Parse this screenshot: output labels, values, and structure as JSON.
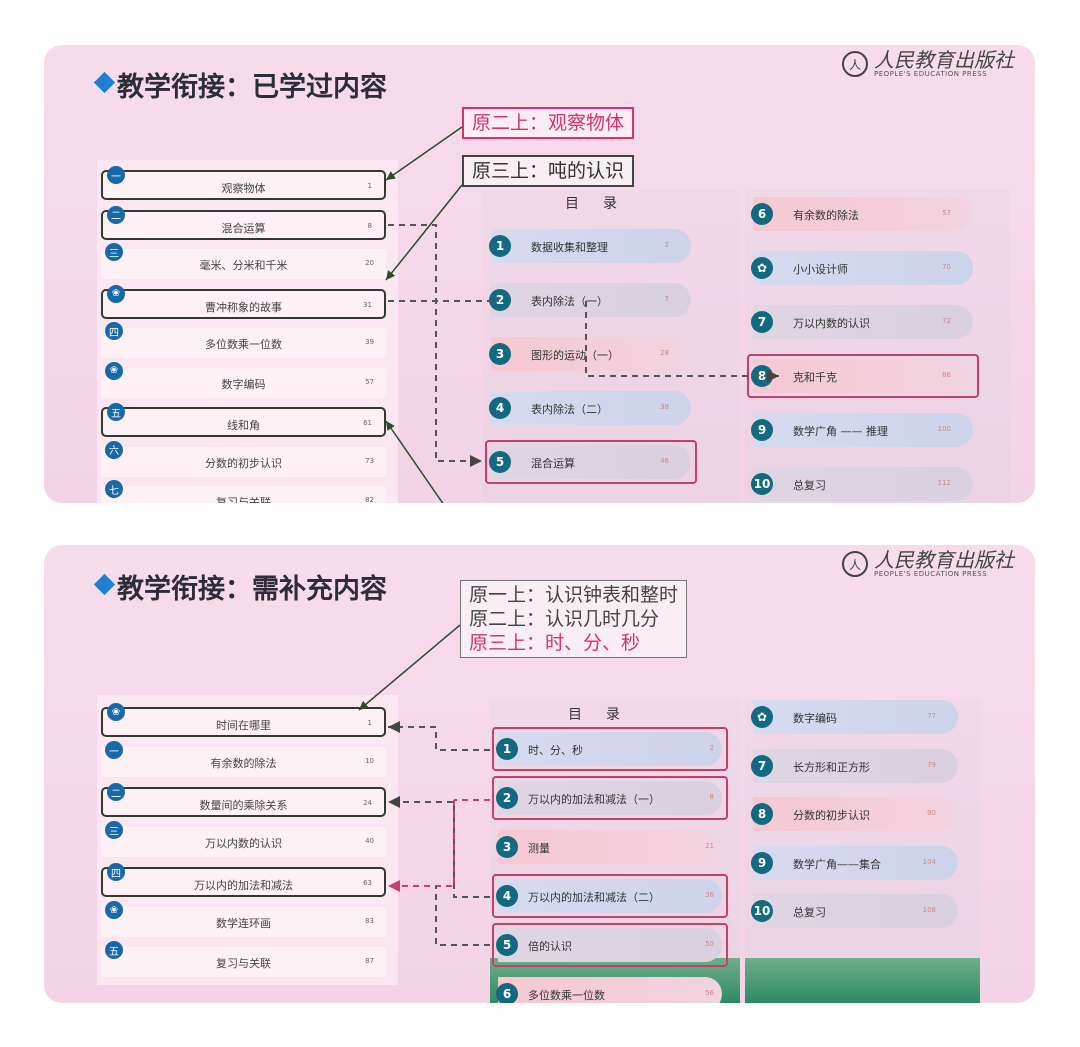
{
  "publisher": {
    "name_cn": "人民教育出版社",
    "name_en": "PEOPLE'S EDUCATION PRESS"
  },
  "slide1": {
    "title": "教学衔接：已学过内容",
    "callouts": [
      "原二上：观察物体",
      "原三上：吨的认识"
    ],
    "left_list": [
      {
        "badge": "一",
        "label": "观察物体",
        "page": "1",
        "hl": true
      },
      {
        "badge": "二",
        "label": "混合运算",
        "page": "8",
        "hl": true
      },
      {
        "badge": "三",
        "label": "毫米、分米和千米",
        "page": "20",
        "hl": false
      },
      {
        "badge": "❀",
        "label": "曹冲称象的故事",
        "page": "31",
        "hl": true
      },
      {
        "badge": "四",
        "label": "多位数乘一位数",
        "page": "39",
        "hl": false
      },
      {
        "badge": "❀",
        "label": "数字编码",
        "page": "57",
        "hl": false
      },
      {
        "badge": "五",
        "label": "线和角",
        "page": "61",
        "hl": true
      },
      {
        "badge": "六",
        "label": "分数的初步认识",
        "page": "73",
        "hl": false
      },
      {
        "badge": "七",
        "label": "复习与关联",
        "page": "82",
        "hl": false
      }
    ],
    "toc_heading": "目录",
    "toc_left": [
      {
        "num": "1",
        "label": "数据收集和整理",
        "page": "2",
        "color": "blue"
      },
      {
        "num": "2",
        "label": "表内除法（一）",
        "page": "7",
        "color": "grey"
      },
      {
        "num": "3",
        "label": "图形的运动（一）",
        "page": "28",
        "color": "pinkc"
      },
      {
        "num": "4",
        "label": "表内除法（二）",
        "page": "38",
        "color": "blue"
      },
      {
        "num": "5",
        "label": "混合运算",
        "page": "46",
        "color": "grey",
        "hl": true
      }
    ],
    "toc_right": [
      {
        "num": "6",
        "label": "有余数的除法",
        "page": "57",
        "color": "pinkc"
      },
      {
        "num": "✿",
        "label": "小小设计师",
        "page": "70",
        "color": "blue"
      },
      {
        "num": "7",
        "label": "万以内数的认识",
        "page": "72",
        "color": "grey"
      },
      {
        "num": "8",
        "label": "克和千克",
        "page": "86",
        "color": "pinkc",
        "hl": true
      },
      {
        "num": "9",
        "label": "数学广角 —— 推理",
        "page": "100",
        "color": "blue"
      },
      {
        "num": "10",
        "label": "总复习",
        "page": "112",
        "color": "grey"
      }
    ]
  },
  "slide2": {
    "title": "教学衔接：需补充内容",
    "callout_lines": [
      "原一上：认识钟表和整时",
      "原二上：认识几时几分",
      "原三上：时、分、秒"
    ],
    "left_list": [
      {
        "badge": "❀",
        "label": "时间在哪里",
        "page": "1",
        "hl": true
      },
      {
        "badge": "一",
        "label": "有余数的除法",
        "page": "10",
        "hl": false
      },
      {
        "badge": "二",
        "label": "数量间的乘除关系",
        "page": "24",
        "hl": true
      },
      {
        "badge": "三",
        "label": "万以内数的认识",
        "page": "40",
        "hl": false
      },
      {
        "badge": "四",
        "label": "万以内的加法和减法",
        "page": "63",
        "hl": true
      },
      {
        "badge": "❀",
        "label": "数学连环画",
        "page": "83",
        "hl": false
      },
      {
        "badge": "五",
        "label": "复习与关联",
        "page": "87",
        "hl": false
      }
    ],
    "toc_heading": "目录",
    "toc_left": [
      {
        "num": "1",
        "label": "时、分、秒",
        "page": "2",
        "color": "blue",
        "hl": true
      },
      {
        "num": "2",
        "label": "万以内的加法和减法（一）",
        "page": "8",
        "color": "grey",
        "hl": true
      },
      {
        "num": "3",
        "label": "测量",
        "page": "21",
        "color": "pinkc"
      },
      {
        "num": "4",
        "label": "万以内的加法和减法（二）",
        "page": "36",
        "color": "blue",
        "hl": true
      },
      {
        "num": "5",
        "label": "倍的认识",
        "page": "50",
        "color": "grey",
        "hl": true
      },
      {
        "num": "6",
        "label": "多位数乘一位数",
        "page": "56",
        "color": "pinkc"
      }
    ],
    "toc_right": [
      {
        "num": "✿",
        "label": "数字编码",
        "page": "77",
        "color": "blue"
      },
      {
        "num": "7",
        "label": "长方形和正方形",
        "page": "79",
        "color": "grey"
      },
      {
        "num": "8",
        "label": "分数的初步认识",
        "page": "90",
        "color": "pinkc"
      },
      {
        "num": "9",
        "label": "数学广角——集合",
        "page": "104",
        "color": "blue"
      },
      {
        "num": "10",
        "label": "总复习",
        "page": "108",
        "color": "grey"
      }
    ]
  }
}
